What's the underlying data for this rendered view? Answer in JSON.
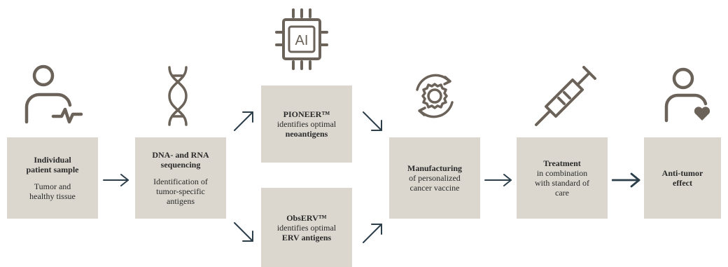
{
  "steps": {
    "sample": {
      "title_1": "Individual",
      "title_2": "patient sample",
      "desc_1": "Tumor and",
      "desc_2": "healthy tissue"
    },
    "sequencing": {
      "title_1": "DNA- and RNA",
      "title_2": "sequencing",
      "desc_1": "Identification of",
      "desc_2": "tumor-specific",
      "desc_3": "antigens"
    },
    "pioneer": {
      "title": "PIONEER™",
      "desc": "identifies optimal",
      "target": "neoantigens"
    },
    "observ": {
      "title": "ObsERV™",
      "desc": "identifies optimal",
      "target": "ERV antigens"
    },
    "manufacturing": {
      "title": "Manufacturing",
      "desc_1": "of personalized",
      "desc_2": "cancer vaccine"
    },
    "treatment": {
      "title": "Treatment",
      "desc_1": "in combination",
      "desc_2": "with standard of",
      "desc_3": "care"
    },
    "effect": {
      "title_1": "Anti-tumor",
      "title_2": "effect"
    }
  },
  "ai_chip_label": "AI",
  "icons": [
    "patient-monitor-icon",
    "dna-helix-icon",
    "ai-chip-icon",
    "gear-cycle-icon",
    "syringe-icon",
    "patient-heart-icon"
  ],
  "colors": {
    "box": "#dbd7cf",
    "icon": "#6b6259",
    "arrow": "#2c3e4a"
  }
}
